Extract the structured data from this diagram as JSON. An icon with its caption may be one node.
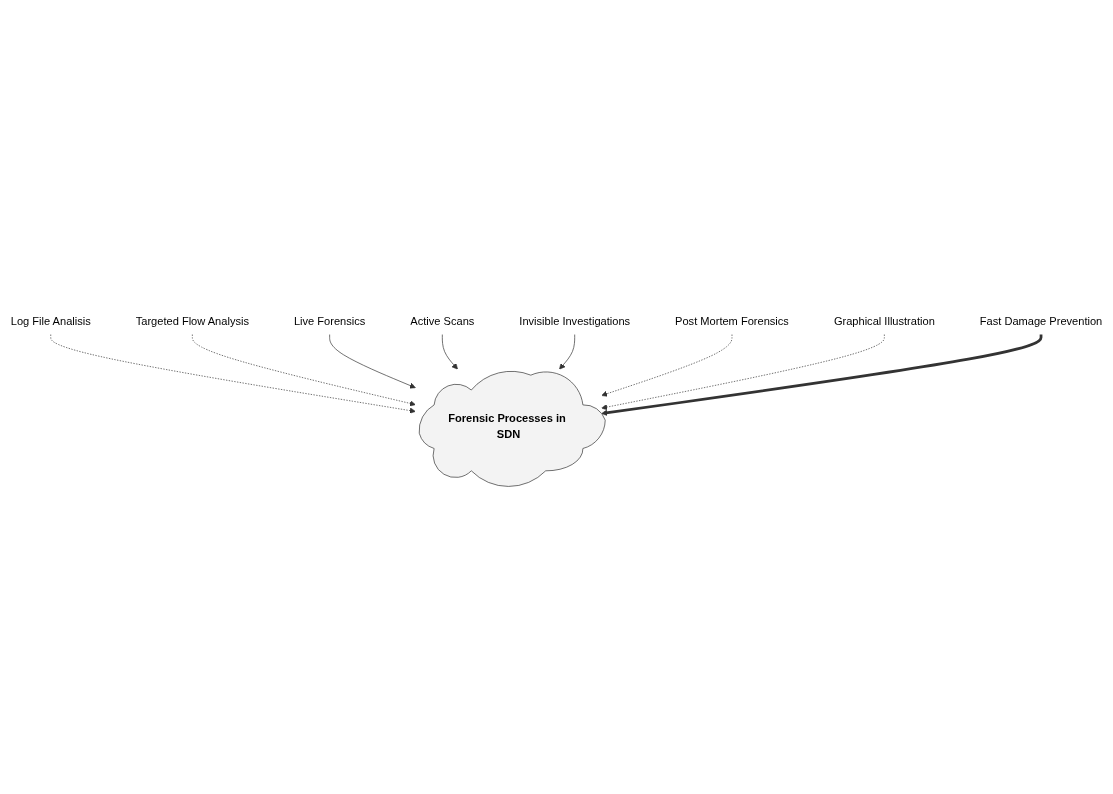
{
  "diagram": {
    "nodes": [
      {
        "text": [
          "Log File Analisis"
        ]
      },
      {
        "text": [
          "Targeted Flow Analysis"
        ]
      },
      {
        "text": [
          "Live Forensics"
        ]
      },
      {
        "text": [
          "Forensic Processes in SDN"
        ]
      },
      {
        "text": [
          "Active Scans"
        ]
      },
      {
        "text": [
          "Invisible Investigations"
        ]
      },
      {
        "text": [
          "Post Mortem Forensics"
        ]
      },
      {
        "text": [
          "Graphical Illustration"
        ]
      },
      {
        "text": [
          "Fast Damage Prevention"
        ]
      }
    ],
    "edges": [
      {
        "from": 0,
        "to": 3,
        "arrow": "to",
        "style": "dashed"
      },
      {
        "from": 1,
        "to": 3,
        "arrow": "to",
        "style": "dashed"
      },
      {
        "from": 2,
        "to": 3,
        "arrow": "to"
      },
      {
        "from": 4,
        "to": 3,
        "arrow": "to"
      },
      {
        "from": 5,
        "to": 3,
        "arrow": "to"
      },
      {
        "from": 6,
        "to": 3,
        "arrow": "to",
        "style": "dashed"
      },
      {
        "from": 7,
        "to": 3,
        "arrow": "to",
        "style": "dashed"
      },
      {
        "from": 8,
        "to": 3,
        "arrow": "to",
        "style": "thick"
      }
    ]
  }
}
